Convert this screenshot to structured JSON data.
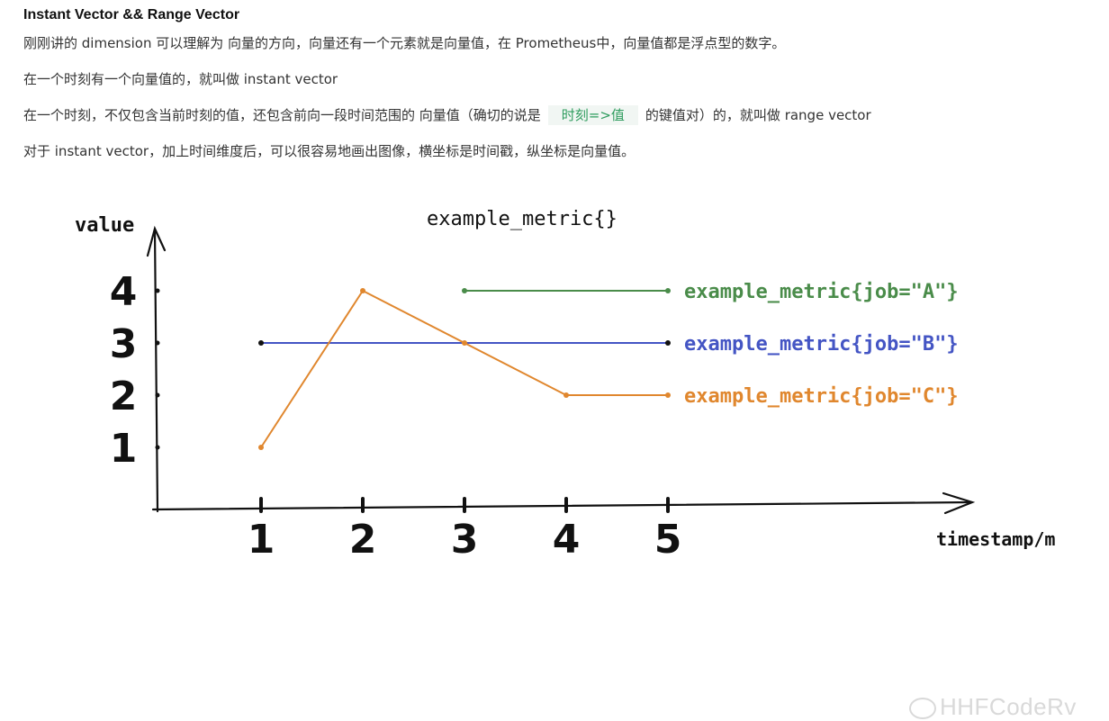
{
  "article": {
    "title": "Instant Vector && Range Vector",
    "p1": "刚刚讲的 dimension 可以理解为 向量的方向，向量还有一个元素就是向量值，在 Prometheus中，向量值都是浮点型的数字。",
    "p2": "在一个时刻有一个向量值的，就叫做 instant vector",
    "p3_before": "在一个时刻，不仅包含当前时刻的值，还包含前向一段时间范围的 向量值（确切的说是",
    "p3_code": "时刻=>值",
    "p3_after": "的键值对）的，就叫做 range vector",
    "p4": "对于 instant vector，加上时间维度后，可以很容易地画出图像，横坐标是时间戳，纵坐标是向量值。"
  },
  "figure": {
    "title": "example_metric{}",
    "y_axis_label": "value",
    "x_axis_label": "timestamp/m",
    "watermark": "HHFCodeRv"
  },
  "chart_data": {
    "type": "line",
    "title": "example_metric{}",
    "xlabel": "timestamp/m",
    "ylabel": "value",
    "x_ticks": [
      "1",
      "2",
      "3",
      "4",
      "5"
    ],
    "y_ticks": [
      "1",
      "2",
      "3",
      "4"
    ],
    "series": [
      {
        "name": "example_metric{job=\"A\"}",
        "color": "#4a8c4a",
        "x": [
          3,
          5
        ],
        "y": [
          4,
          4
        ]
      },
      {
        "name": "example_metric{job=\"B\"}",
        "color": "#4455c4",
        "x": [
          1,
          5
        ],
        "y": [
          3,
          3
        ]
      },
      {
        "name": "example_metric{job=\"C\"}",
        "color": "#e0872e",
        "x": [
          1,
          2,
          3,
          4,
          5
        ],
        "y": [
          1,
          4,
          3,
          2,
          2
        ]
      }
    ]
  }
}
